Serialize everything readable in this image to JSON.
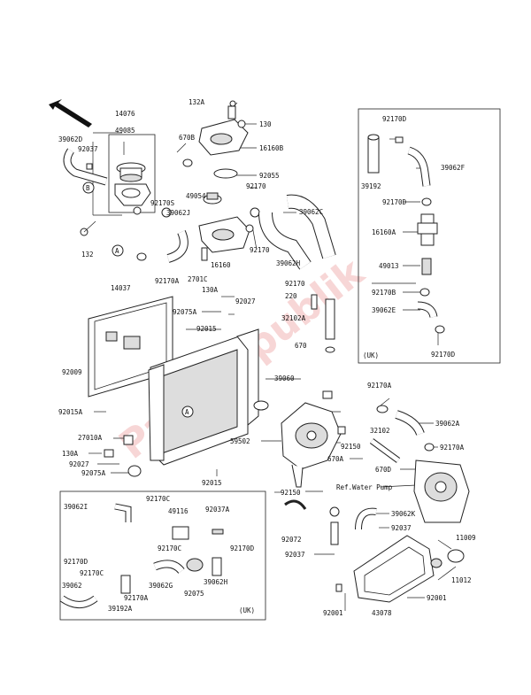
{
  "watermark": "Partsrepublik",
  "callout_a": "A",
  "callout_b": "B",
  "ref_water_pump": "Ref.Water Pump",
  "region_uk_1": "(UK)",
  "region_uk_2": "(UK)",
  "labels": {
    "l_14076": "14076",
    "l_49085": "49085",
    "l_39062d": "39062D",
    "l_92037a": "92037",
    "l_92170s": "92170S",
    "l_39062j": "39062J",
    "l_132": "132",
    "l_132a": "132A",
    "l_130": "130",
    "l_16160b": "16160B",
    "l_670b": "670B",
    "l_92055": "92055",
    "l_49054": "49054",
    "l_92170a_top": "92170",
    "l_16160": "16160",
    "l_92170b": "92170",
    "l_2701c": "2701C",
    "l_39062c": "39062C",
    "l_39062h": "39062H",
    "l_92170d_r1": "92170D",
    "l_39192": "39192",
    "l_39062f": "39062F",
    "l_92170d_r2": "92170D",
    "l_16160a": "16160A",
    "l_49013": "49013",
    "l_92170b_r": "92170B",
    "l_39062e": "39062E",
    "l_92170d_r3": "92170D",
    "l_14037": "14037",
    "l_92170a_mid": "92170A",
    "l_130a": "130A",
    "l_92027": "92027",
    "l_92075a": "92075A",
    "l_92015a": "92015",
    "l_92170_m": "92170",
    "l_220": "220",
    "l_32102a": "32102A",
    "l_670": "670",
    "l_92009": "92009",
    "l_39060": "39060",
    "l_92015a2": "92015A",
    "l_27010a": "27010A",
    "l_130a2": "130A",
    "l_92027b": "92027",
    "l_92075a2": "92075A",
    "l_92015b": "92015",
    "l_59502": "59502",
    "l_92150": "92150",
    "l_670a": "670A",
    "l_32102": "32102",
    "l_92170a_r": "92170A",
    "l_39062a": "39062A",
    "l_92170a_r2": "92170A",
    "l_670d": "670D",
    "l_92150b": "92150",
    "l_92072": "92072",
    "l_39062k": "39062K",
    "l_92037b": "92037",
    "l_92037c": "92037",
    "l_11009": "11009",
    "l_11012": "11012",
    "l_92001a": "92001",
    "l_43078": "43078",
    "l_92001b": "92001",
    "l_39062i": "39062I",
    "l_92170c": "92170C",
    "l_49116": "49116",
    "l_92037a_b": "92037A",
    "l_92170c2": "92170C",
    "l_92170d_b": "92170D",
    "l_92170d_b2": "92170D",
    "l_92170c3": "92170C",
    "l_39062g": "39062G",
    "l_39062_b": "39062",
    "l_92170a_b": "92170A",
    "l_39062h_b": "39062H",
    "l_39192a": "39192A",
    "l_92075": "92075"
  }
}
